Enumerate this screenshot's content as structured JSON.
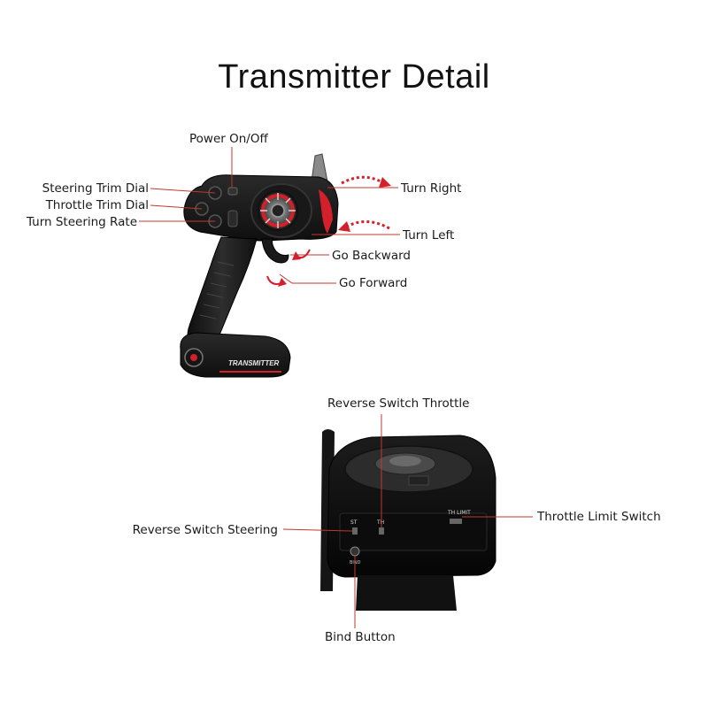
{
  "title": "Transmitter Detail",
  "labels": {
    "power": "Power On/Off",
    "steering_trim": "Steering Trim Dial",
    "throttle_trim": "Throttle Trim Dial",
    "steering_rate": "Turn Steering Rate",
    "turn_right": "Turn Right",
    "turn_left": "Turn Left",
    "go_backward": "Go Backward",
    "go_forward": "Go Forward",
    "reverse_throttle": "Reverse Switch Throttle",
    "reverse_steering": "Reverse Switch Steering",
    "throttle_limit": "Throttle Limit Switch",
    "bind": "Bind Button"
  },
  "device_text": {
    "brand": "TRANSMITTER",
    "st": "ST",
    "th": "TH",
    "th_limit": "TH LIMIT",
    "bind_small": "BIND"
  },
  "colors": {
    "body": "#1b1b1b",
    "accent": "#d4202a",
    "leader": "#c0392b"
  }
}
